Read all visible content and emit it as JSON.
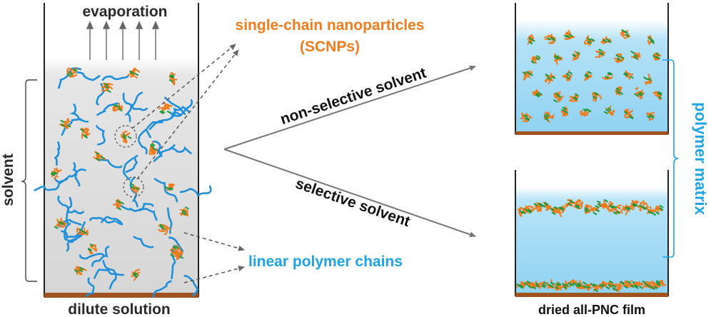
{
  "labels": {
    "evaporation": "evaporation",
    "scnp_line1": "single-chain nanoparticles",
    "scnp_line2": "(SCNPs)",
    "solvent": "solvent",
    "dilute_solution": "dilute solution",
    "non_selective": "non-selective solvent",
    "selective": "selective solvent",
    "linear_chains": "linear polymer chains",
    "polymer_matrix": "polymer matrix",
    "dried_film": "dried all-PNC film"
  },
  "colors": {
    "orange_text": "#f07c1c",
    "blue_text": "#1ea4e6",
    "dark_text": "#2a2a2a",
    "chain_blue": "#1e8fd8",
    "scnp_orange": "#ef7a1a",
    "scnp_green": "#1a9a3c",
    "substrate": "#a0521e",
    "arrow_gray": "#777777",
    "solution_gray": "#dcdcdc",
    "matrix_blue": "#a8dcf5"
  }
}
